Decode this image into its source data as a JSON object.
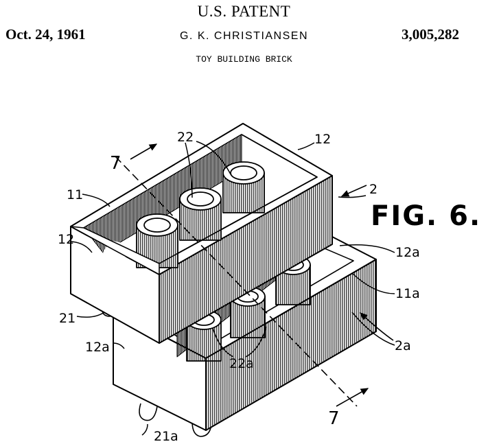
{
  "header": {
    "title": "U.S. PATENT",
    "date": "Oct. 24, 1961",
    "inventor": "G. K. CHRISTIANSEN",
    "patent_number": "3,005,282",
    "subject": "TOY BUILDING BRICK"
  },
  "figure": {
    "label": "FIG. 6.",
    "section_marker": "7",
    "references": {
      "upper_brick": "2",
      "upper_top_wall": "11",
      "upper_side_wall_right": "12",
      "upper_side_wall_left": "12",
      "upper_tubes": "22",
      "upper_studs": "21",
      "lower_brick": "2a",
      "lower_top_wall": "11a",
      "lower_side_wall_right": "12a",
      "lower_side_wall_left": "12a",
      "lower_tubes": "22a",
      "lower_studs": "21a"
    }
  }
}
